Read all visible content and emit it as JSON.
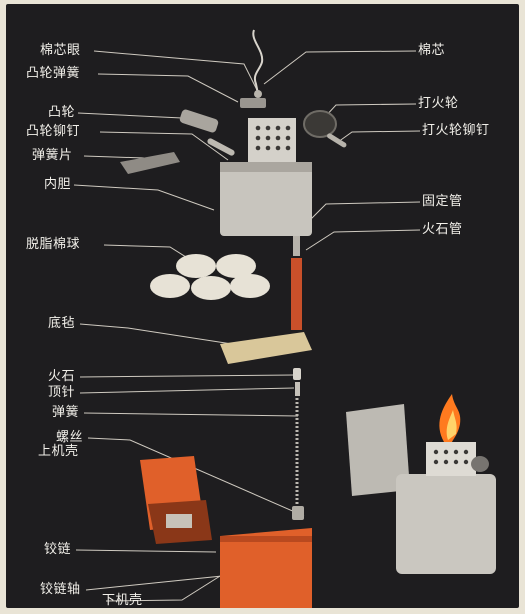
{
  "labels": {
    "wick_eyelet": "棉芯眼",
    "cam_spring": "凸轮弹簧",
    "cam": "凸轮",
    "cam_rivet": "凸轮铆钉",
    "spring_plate": "弹簧片",
    "inner_case": "内胆",
    "cotton_balls": "脱脂棉球",
    "bottom_pad": "底毡",
    "flint": "火石",
    "push_pin": "顶针",
    "spring": "弹簧",
    "screw": "螺丝",
    "upper_shell": "上机壳",
    "hinge": "铰链",
    "hinge_pin": "铰链轴",
    "lower_shell": "下机壳",
    "wick": "棉芯",
    "flint_wheel": "打火轮",
    "flint_wheel_rivet": "打火轮铆钉",
    "fixing_tube": "固定管",
    "flint_tube": "火石管"
  },
  "colors": {
    "background": "#1e1d1f",
    "label": "#f2f0ea",
    "leader_line": "#cfcac0",
    "metal": "#c9c6c0",
    "metal_dark": "#8e8b86",
    "orange_shell": "#e0602a",
    "cotton": "#e7e2d6",
    "felt": "#d9c79a",
    "flame": "#ff7a1f"
  }
}
